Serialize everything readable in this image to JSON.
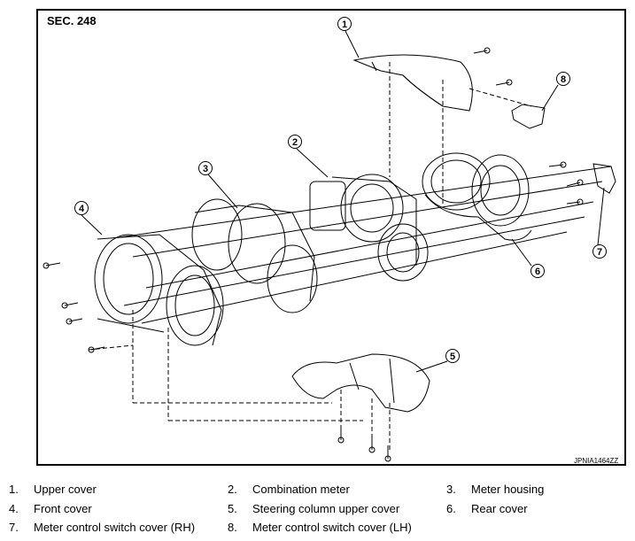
{
  "section_label": "SEC. 248",
  "figure_code": "JPNIA1464ZZ",
  "callouts": [
    "1",
    "2",
    "3",
    "4",
    "5",
    "6",
    "7",
    "8"
  ],
  "legend": [
    {
      "num": "1.",
      "label": "Upper cover"
    },
    {
      "num": "2.",
      "label": "Combination meter"
    },
    {
      "num": "3.",
      "label": "Meter housing"
    },
    {
      "num": "4.",
      "label": "Front cover"
    },
    {
      "num": "5.",
      "label": "Steering column upper cover"
    },
    {
      "num": "6.",
      "label": "Rear cover"
    },
    {
      "num": "7.",
      "label": "Meter control switch cover (RH)"
    },
    {
      "num": "8.",
      "label": "Meter control switch cover (LH)"
    }
  ]
}
